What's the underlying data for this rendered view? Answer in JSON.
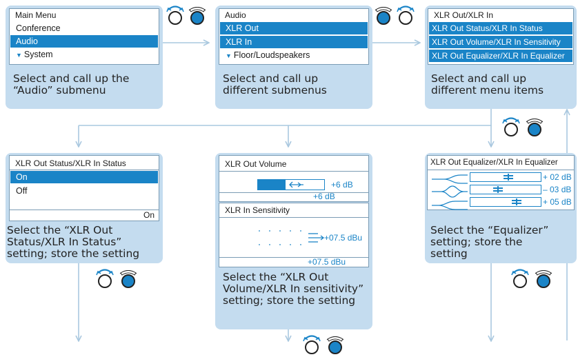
{
  "panels": {
    "main_menu": {
      "title": "Main Menu",
      "items": [
        "Conference",
        "Audio",
        "System"
      ],
      "selected": "Audio",
      "caption": [
        "Select and call up the",
        "“Audio” submenu"
      ]
    },
    "audio_menu": {
      "title": "Audio",
      "items": [
        "XLR Out",
        "XLR In",
        "Floor/Loudspeakers"
      ],
      "caption": [
        "Select and call up",
        "different submenus"
      ]
    },
    "xlr_menu": {
      "title": "XLR Out/XLR In",
      "items": [
        "XLR Out Status/XLR In Status",
        "XLR Out Volume/XLR In Sensitivity",
        "XLR Out Equalizer/XLR In Equalizer"
      ],
      "caption": [
        "Select and call up",
        "different menu items"
      ]
    },
    "status_setting": {
      "title": "XLR Out Status/XLR In Status",
      "options": [
        "On",
        "Off"
      ],
      "current": "On",
      "caption": [
        "Select the “XLR Out",
        "Status/XLR In Status”",
        "setting; store the setting"
      ]
    },
    "volume_setting": {
      "out_title": "XLR Out Volume",
      "out_value": "+6 dB",
      "out_current": "+6 dB",
      "in_title": "XLR In Sensitivity",
      "in_value": "+07.5 dBu",
      "in_current": "+07.5 dBu",
      "caption": [
        "Select the “XLR Out",
        "Volume/XLR In sensitivity”",
        "setting; store the setting"
      ]
    },
    "equalizer_setting": {
      "title": "XLR Out Equalizer/XLR In Equalizer",
      "bands": [
        "+ 02 dB",
        "– 03 dB",
        "+ 05 dB"
      ],
      "band_levels": [
        0.55,
        0.37,
        0.68
      ],
      "caption": [
        "Select the “Equalizer”",
        "setting; store the",
        "setting"
      ]
    }
  },
  "colors": {
    "accent": "#1a84c7",
    "panel": "#c4dcef",
    "arrow": "#a9c8df"
  },
  "icons": [
    "rotate-knob-icon",
    "push-knob-icon"
  ]
}
